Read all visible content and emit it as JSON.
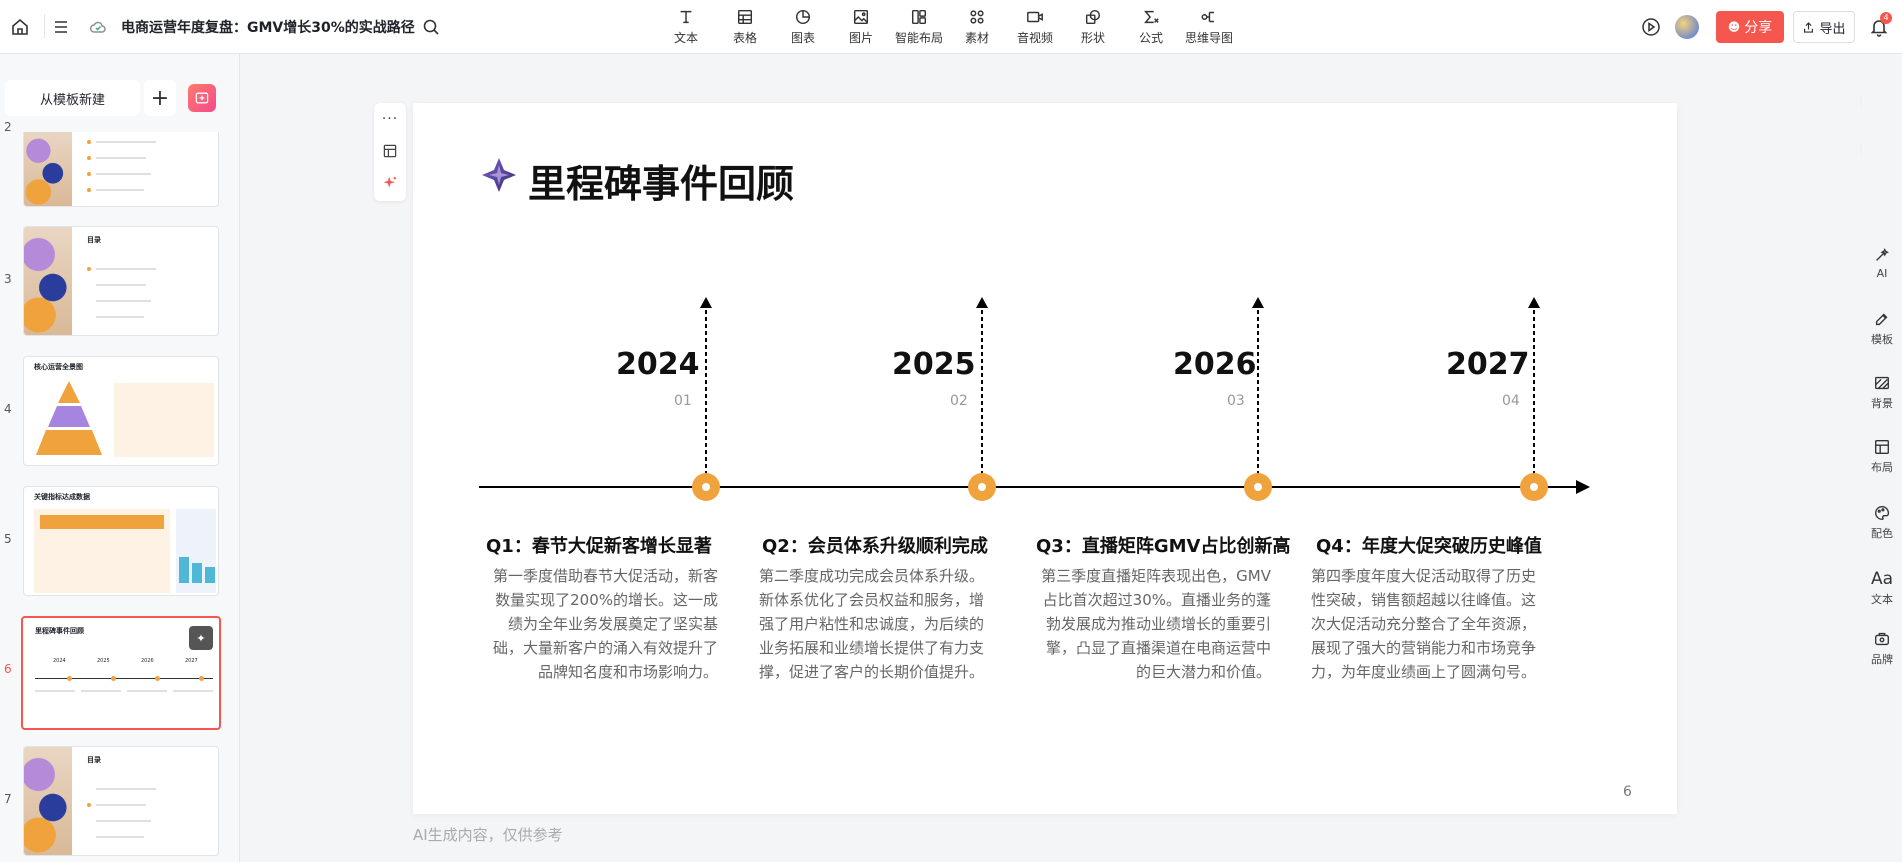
{
  "header": {
    "doc_title": "电商运营年度复盘：GMV增长30%的实战路径",
    "tools": [
      {
        "label": "文本",
        "icon": "text-icon"
      },
      {
        "label": "表格",
        "icon": "table-icon"
      },
      {
        "label": "图表",
        "icon": "chart-icon"
      },
      {
        "label": "图片",
        "icon": "image-icon"
      },
      {
        "label": "智能布局",
        "icon": "smart-layout-icon"
      },
      {
        "label": "素材",
        "icon": "assets-icon"
      },
      {
        "label": "音视频",
        "icon": "media-icon"
      },
      {
        "label": "形状",
        "icon": "shape-icon"
      },
      {
        "label": "公式",
        "icon": "formula-icon"
      },
      {
        "label": "思维导图",
        "icon": "mindmap-icon"
      }
    ],
    "share_label": "分享",
    "export_label": "导出",
    "notification_count": "4"
  },
  "sidebar": {
    "new_from_template": "从模板新建",
    "add": "+",
    "slides": [
      {
        "num": "2",
        "title": ""
      },
      {
        "num": "3",
        "title": "目录"
      },
      {
        "num": "4",
        "title": "核心运营全景图"
      },
      {
        "num": "5",
        "title": "关键指标达成数据"
      },
      {
        "num": "6",
        "title": "里程碑事件回顾"
      },
      {
        "num": "7",
        "title": "目录"
      }
    ],
    "thumb6_years": [
      "2024",
      "2025",
      "2026",
      "2027"
    ]
  },
  "slide": {
    "title": "里程碑事件回顾",
    "milestones": [
      {
        "year": "2024",
        "index": "01",
        "title": "Q1：春节大促新客增长显著",
        "desc": "第一季度借助春节大促活动，新客数量实现了200%的增长。这一成绩为全年业务发展奠定了坚实基础，大量新客户的涌入有效提升了品牌知名度和市场影响力。"
      },
      {
        "year": "2025",
        "index": "02",
        "title": "Q2：会员体系升级顺利完成",
        "desc": "第二季度成功完成会员体系升级。新体系优化了会员权益和服务，增强了用户粘性和忠诚度，为后续的业务拓展和业绩增长提供了有力支撑，促进了客户的长期价值提升。"
      },
      {
        "year": "2026",
        "index": "03",
        "title": "Q3：直播矩阵GMV占比创新高",
        "desc": "第三季度直播矩阵表现出色，GMV占比首次超过30%。直播业务的蓬勃发展成为推动业绩增长的重要引擎，凸显了直播渠道在电商运营中的巨大潜力和价值。"
      },
      {
        "year": "2027",
        "index": "04",
        "title": "Q4：年度大促突破历史峰值",
        "desc": "第四季度年度大促活动取得了历史性突破，销售额超越以往峰值。这次大促活动充分整合了全年资源，展现了强大的营销能力和市场竞争力，为年度业绩画上了圆满句号。"
      }
    ],
    "page_number": "6"
  },
  "ai_note": "AI生成内容，仅供参考",
  "rightbar": [
    {
      "label": "AI",
      "icon": "ai-wand-icon"
    },
    {
      "label": "模板",
      "icon": "template-icon"
    },
    {
      "label": "背景",
      "icon": "background-icon"
    },
    {
      "label": "布局",
      "icon": "layout-icon"
    },
    {
      "label": "配色",
      "icon": "palette-icon"
    },
    {
      "label": "文本",
      "icon": "text-style-icon"
    },
    {
      "label": "品牌",
      "icon": "brand-icon"
    }
  ],
  "colors": {
    "accent": "#f5574f",
    "milestone": "#f0a23c"
  }
}
